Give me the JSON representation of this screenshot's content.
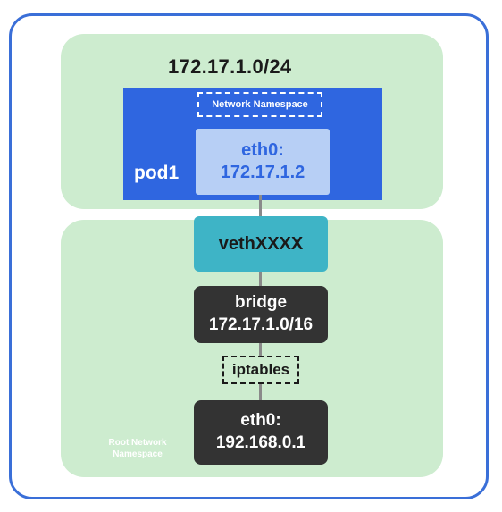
{
  "diagram": {
    "subnet_label": "172.17.1.0/24",
    "pod": {
      "namespace_label": "Network Namespace",
      "eth_line1": "eth0:",
      "eth_line2": "172.17.1.2",
      "name": "pod1"
    },
    "veth_label": "vethXXXX",
    "bridge": {
      "line1": "bridge",
      "line2": "172.17.1.0/16"
    },
    "iptables_label": "iptables",
    "host_eth": {
      "line1": "eth0:",
      "line2": "192.168.0.1"
    },
    "root_namespace_line1": "Root Network",
    "root_namespace_line2": "Namespace"
  },
  "colors": {
    "frame": "#3a6fd8",
    "zone": "#cdeccf",
    "pod": "#2f66e0",
    "pod_eth": "#b7cff5",
    "veth": "#3eb4c6",
    "dark_box": "#333333"
  }
}
